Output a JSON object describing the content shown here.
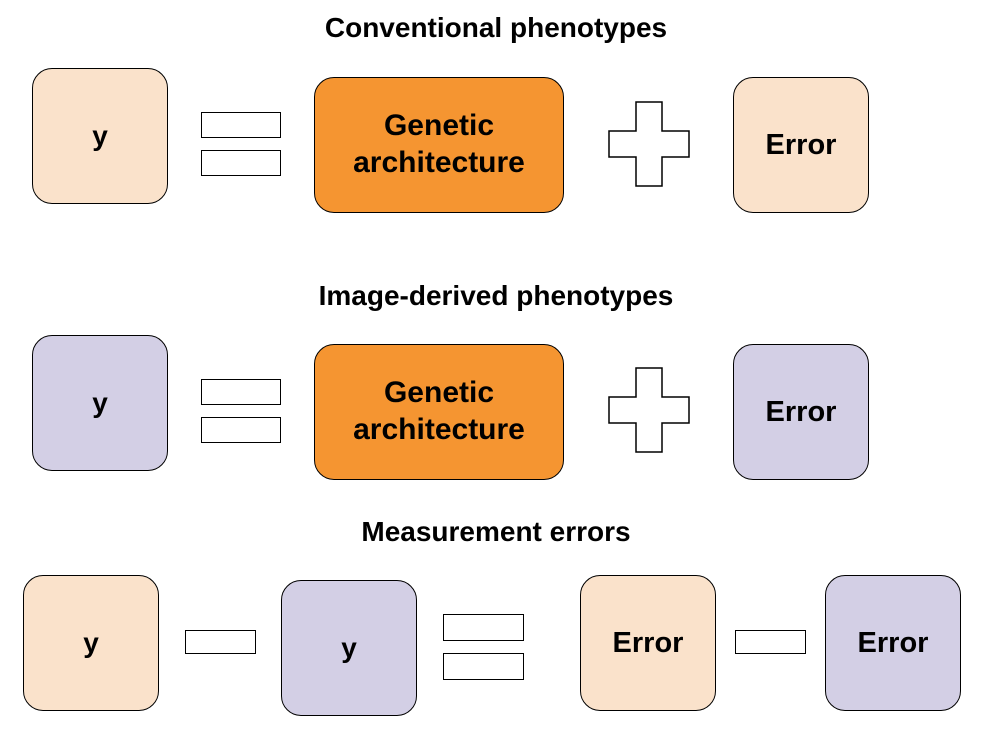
{
  "sections": [
    {
      "title": "Conventional phenotypes",
      "y_label": "y",
      "genetic_label": "Genetic architecture",
      "error_label": "Error"
    },
    {
      "title": "Image-derived phenotypes",
      "y_label": "y",
      "genetic_label": "Genetic architecture",
      "error_label": "Error"
    },
    {
      "title": "Measurement errors",
      "y1_label": "y",
      "y2_label": "y",
      "error1_label": "Error",
      "error2_label": "Error"
    }
  ],
  "colors": {
    "conventional": "#fae2cb",
    "image_derived": "#d3cfe5",
    "genetic": "#f59531",
    "outline": "#000000"
  }
}
